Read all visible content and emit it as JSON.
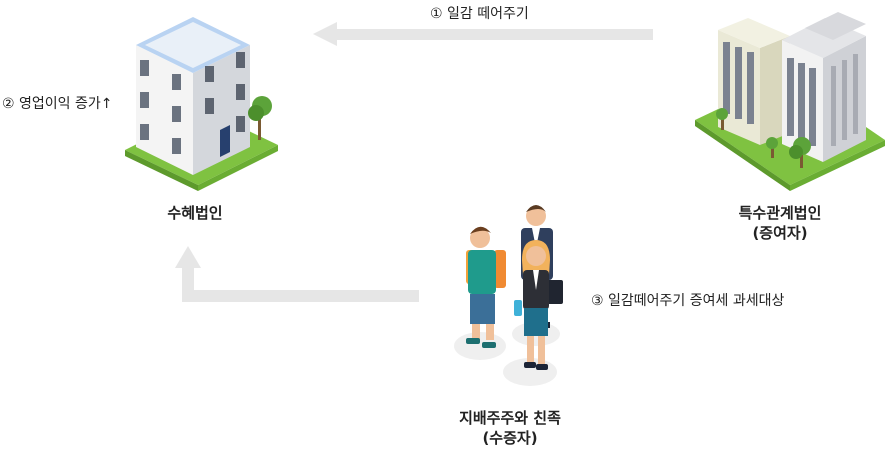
{
  "labels": {
    "step1": "① 일감 떼어주기",
    "step2": "② 영업이익 증가↑",
    "step3": "③ 일감떼어주기 증여세 과세대상"
  },
  "nodes": {
    "beneficiary": {
      "name": "수혜법인"
    },
    "related": {
      "name": "특수관계법인",
      "role": "(증여자)"
    },
    "shareholders": {
      "name": "지배주주와 친족",
      "role": "(수증자)"
    }
  },
  "colors": {
    "arrow": "#e6e6e6",
    "grass": "#7fc241",
    "building_wall": "#f4f4f4",
    "building_roof": "#b9d3f2"
  }
}
